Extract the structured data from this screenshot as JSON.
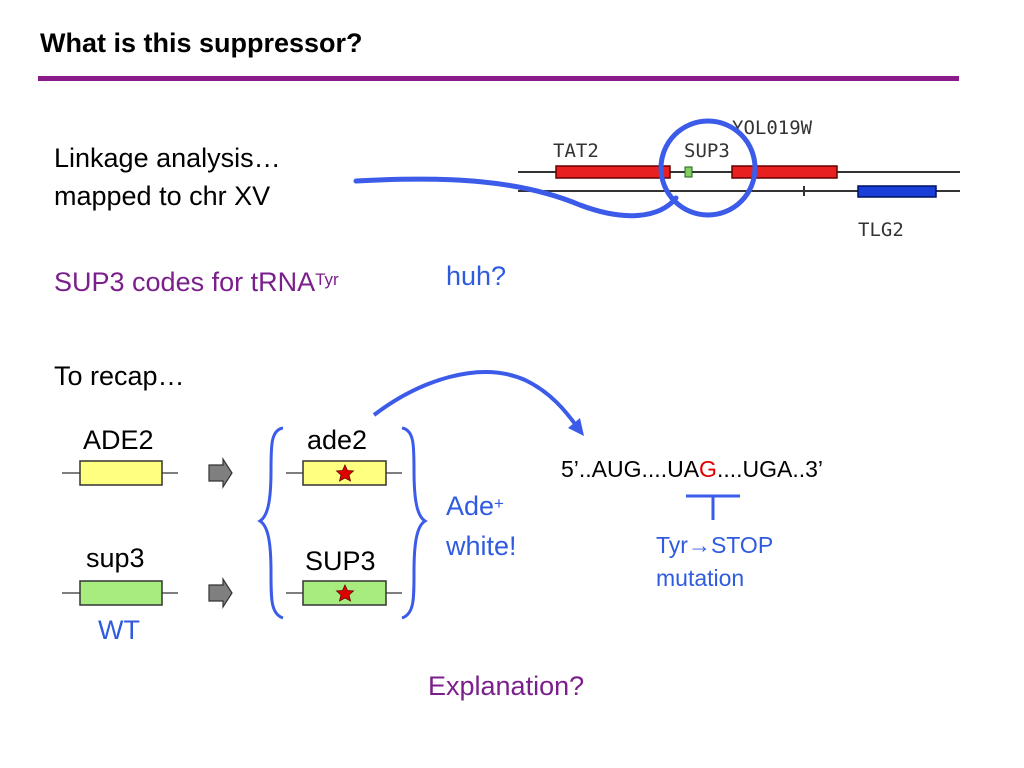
{
  "title": "What is this suppressor?",
  "linkage": {
    "line1": "Linkage analysis…",
    "line2": "mapped to chr XV"
  },
  "gene_map": {
    "labels": {
      "tat2": "TAT2",
      "sup3": "SUP3",
      "yol019w": "YOL019W",
      "tlg2": "TLG2"
    }
  },
  "sup3_codes": {
    "text": "SUP3 codes for tRNA",
    "superscript": "Tyr"
  },
  "huh": "huh?",
  "recap": "To recap…",
  "genes": {
    "ade2_wt": "ADE2",
    "sup3_wt": "sup3",
    "wt_label": "WT",
    "ade2_mut": "ade2",
    "sup3_mut": "SUP3"
  },
  "phenotype": {
    "line1_base": "Ade",
    "line1_sup": "+",
    "line2": "white!"
  },
  "sequence": {
    "prefix": "5’..AUG....UA",
    "highlight": "G",
    "suffix": "....UGA..3’"
  },
  "mutation": {
    "line1_a": "Tyr",
    "arrow": "→",
    "line1_b": "STOP",
    "line2": "mutation"
  },
  "explanation": "Explanation?",
  "colors": {
    "purple": "#7B1F8C",
    "blue": "#2F5BE0",
    "red": "#e00000",
    "yellow": "#FFFF80",
    "green": "#A8EC80",
    "gene_red": "#e82020",
    "gene_blue": "#1a3fd8"
  }
}
